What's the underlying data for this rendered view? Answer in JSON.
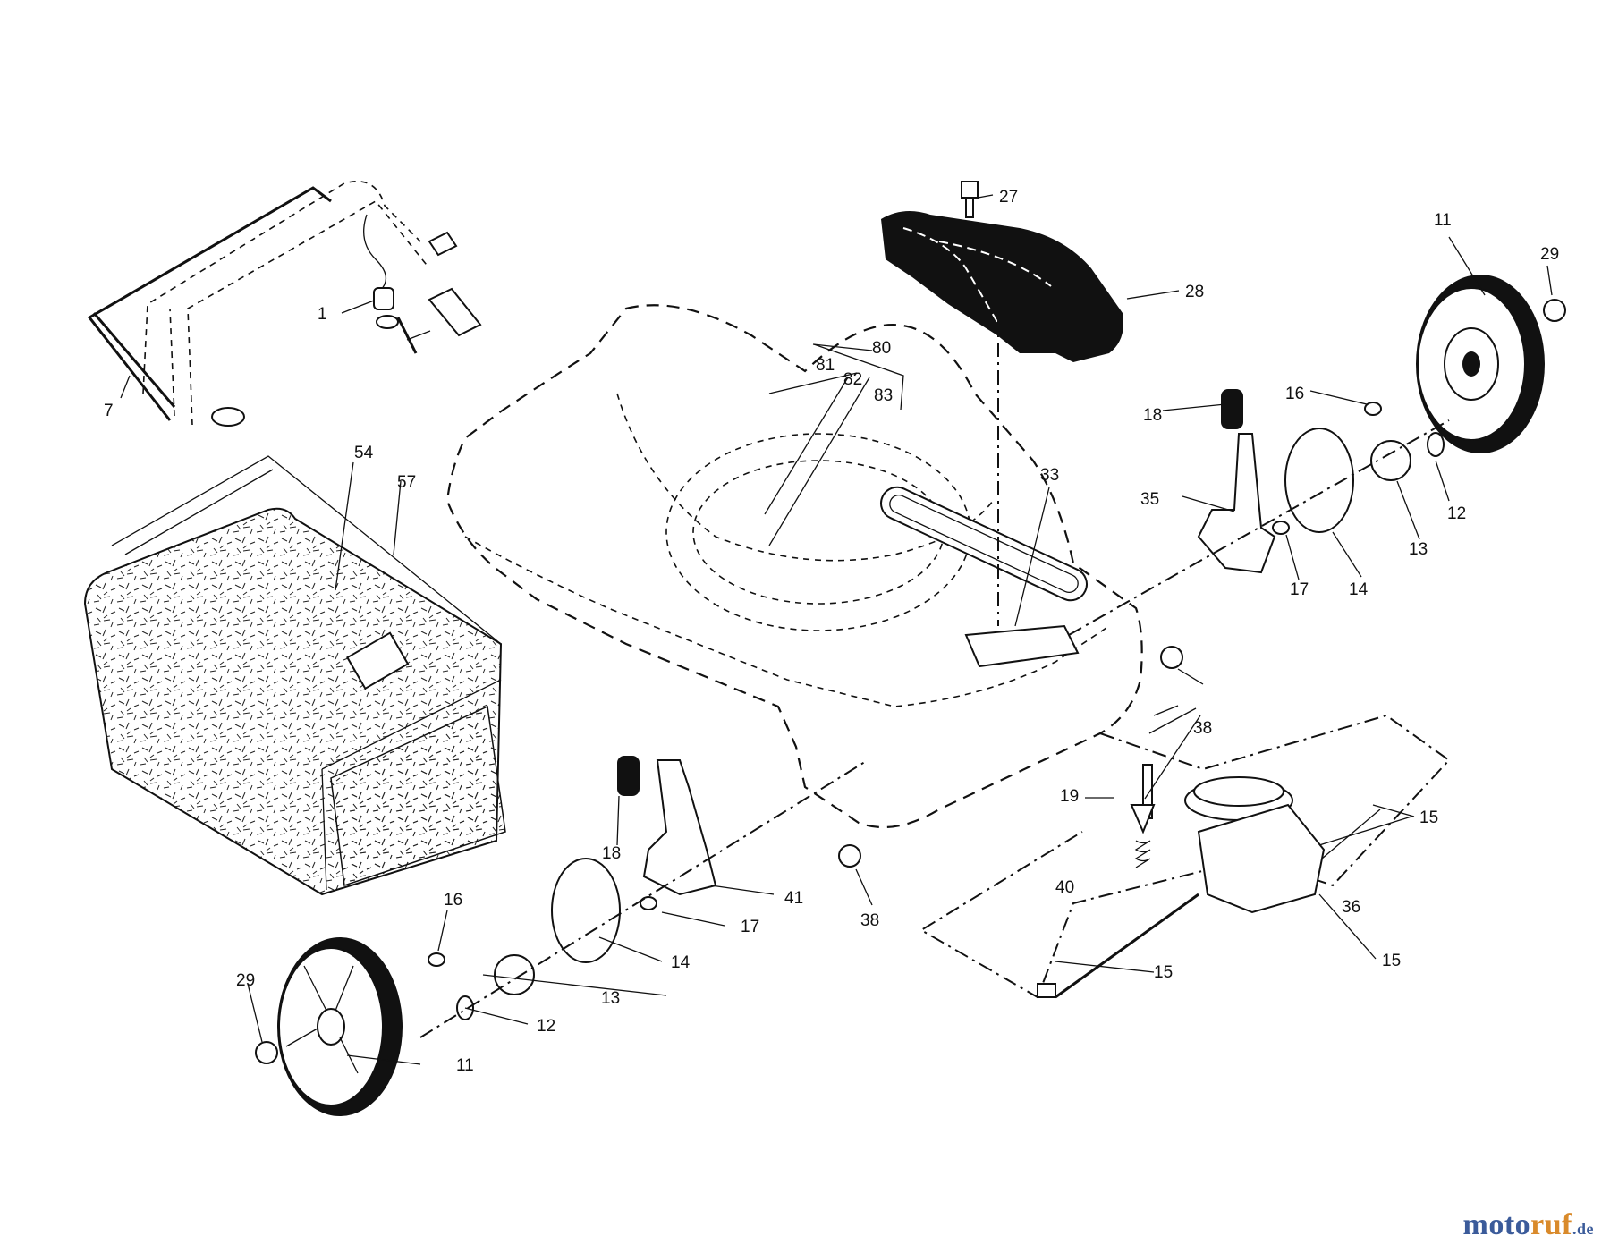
{
  "callouts": [
    "1",
    "7",
    "11",
    "11",
    "12",
    "12",
    "13",
    "13",
    "14",
    "14",
    "15",
    "15",
    "15",
    "16",
    "16",
    "17",
    "17",
    "18",
    "18",
    "19",
    "27",
    "28",
    "29",
    "29",
    "33",
    "35",
    "36",
    "38",
    "38",
    "40",
    "41",
    "54",
    "57",
    "80",
    "81",
    "82",
    "83"
  ],
  "watermark": {
    "part1": "moto",
    "part2": "ruf",
    "part3": ".de"
  }
}
